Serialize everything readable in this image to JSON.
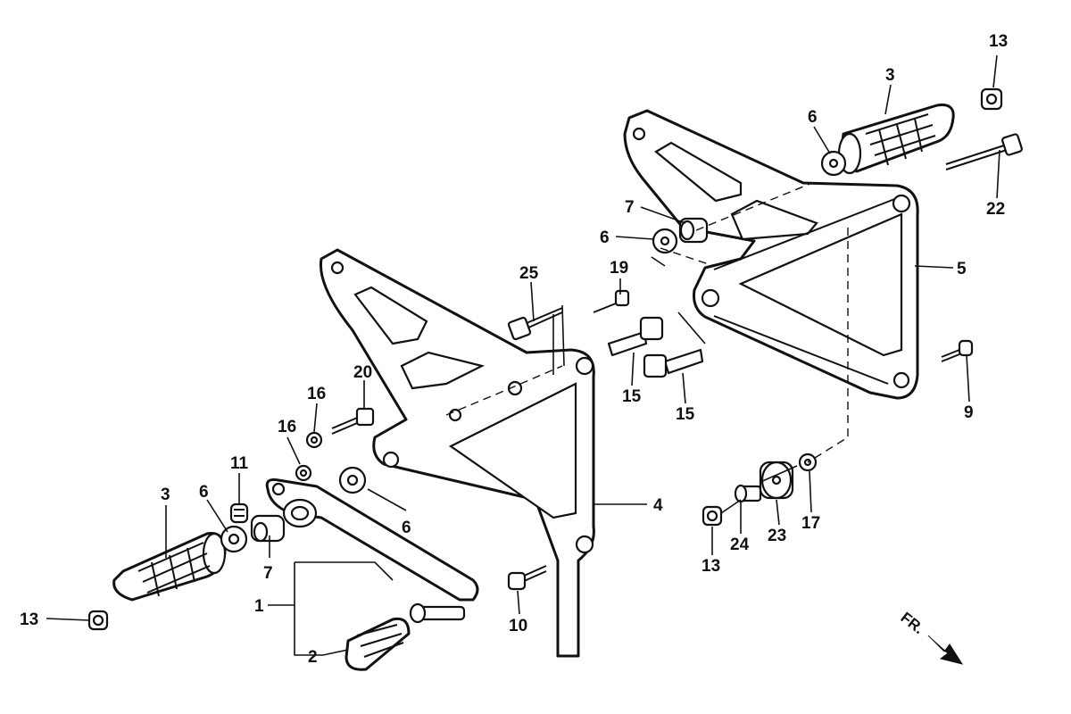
{
  "callouts": [
    {
      "id": "c13a",
      "text": "13"
    },
    {
      "id": "c3a",
      "text": "3"
    },
    {
      "id": "c6a",
      "text": "6"
    },
    {
      "id": "c22",
      "text": "22"
    },
    {
      "id": "c7a",
      "text": "7"
    },
    {
      "id": "c6b",
      "text": "6"
    },
    {
      "id": "c5",
      "text": "5"
    },
    {
      "id": "c25",
      "text": "25"
    },
    {
      "id": "c19",
      "text": "19"
    },
    {
      "id": "c15a",
      "text": "15"
    },
    {
      "id": "c15b",
      "text": "15"
    },
    {
      "id": "c9",
      "text": "9"
    },
    {
      "id": "c20",
      "text": "20"
    },
    {
      "id": "c16a",
      "text": "16"
    },
    {
      "id": "c16b",
      "text": "16"
    },
    {
      "id": "c11",
      "text": "11"
    },
    {
      "id": "c3b",
      "text": "3"
    },
    {
      "id": "c6c",
      "text": "6"
    },
    {
      "id": "c6d",
      "text": "6"
    },
    {
      "id": "c7b",
      "text": "7"
    },
    {
      "id": "c4",
      "text": "4"
    },
    {
      "id": "c17",
      "text": "17"
    },
    {
      "id": "c23",
      "text": "23"
    },
    {
      "id": "c24",
      "text": "24"
    },
    {
      "id": "c13b",
      "text": "13"
    },
    {
      "id": "c1",
      "text": "1"
    },
    {
      "id": "c2",
      "text": "2"
    },
    {
      "id": "c10",
      "text": "10"
    },
    {
      "id": "c13c",
      "text": "13"
    }
  ],
  "front_indicator": {
    "label": "FR."
  }
}
